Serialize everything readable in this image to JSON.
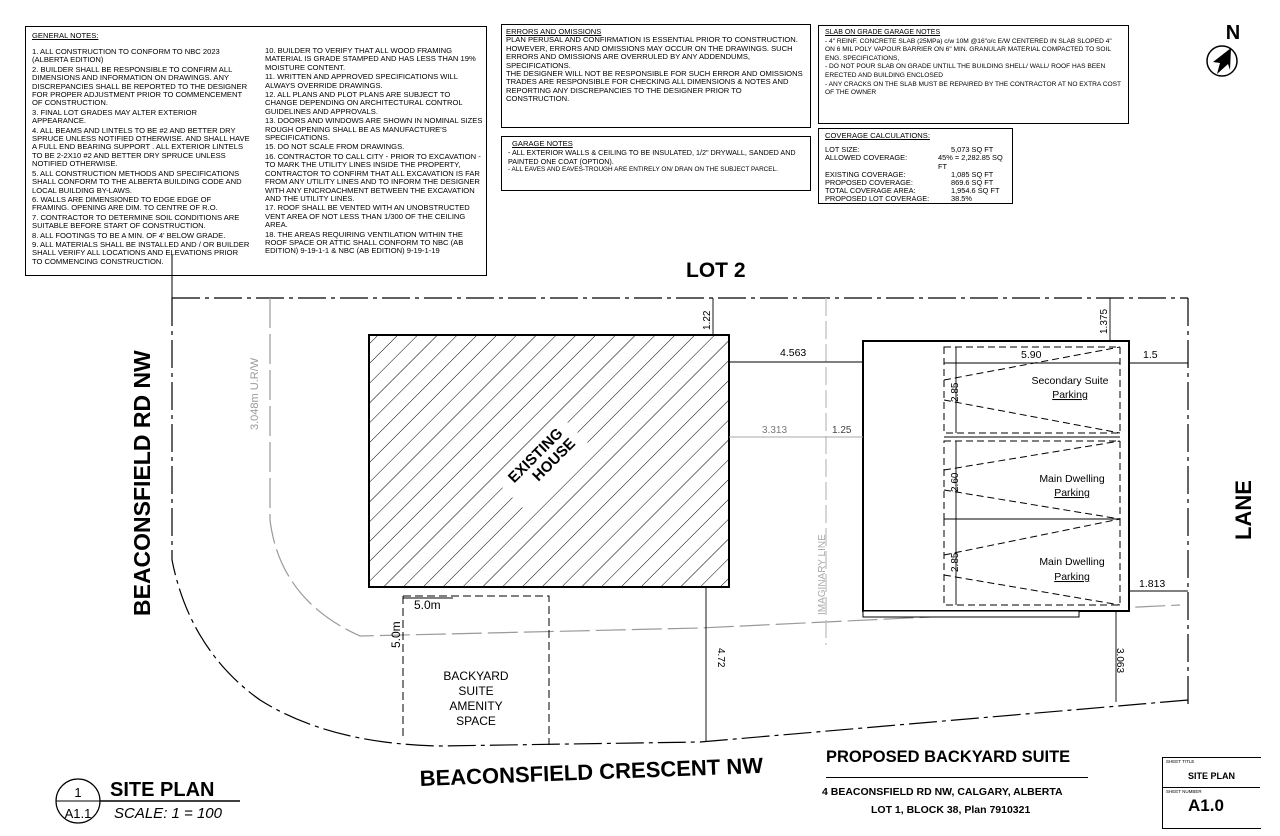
{
  "general_notes": {
    "title": "GENERAL NOTES:",
    "left": [
      "1.  ALL CONSTRUCTION TO CONFORM TO NBC 2023 (ALBERTA EDITION)",
      "2.  BUILDER SHALL BE RESPONSIBLE TO CONFIRM ALL DIMENSIONS AND INFORMATION ON DRAWINGS. ANY DISCREPANCIES SHALL BE REPORTED TO THE DESIGNER FOR PROPER ADJUSTMENT PRIOR TO COMMENCEMENT OF CONSTRUCTION.",
      "3.  FINAL LOT GRADES MAY ALTER EXTERIOR APPEARANCE.",
      "4.  ALL BEAMS AND LINTELS TO BE #2 AND BETTER DRY SPRUCE UNLESS NOTIFIED OTHERWISE. AND SHALL HAVE A FULL END BEARING SUPPORT . ALL EXTERIOR LINTELS TO BE 2-2X10 #2 AND BETTER DRY SPRUCE UNLESS NOTIFIED OTHERWISE.",
      "5.  ALL CONSTRUCTION METHODS AND SPECIFICATIONS SHALL CONFORM TO THE ALBERTA BUILDING CODE AND LOCAL BUILDING BY-LAWS.",
      "6.  WALLS ARE DIMENSIONED TO EDGE EDGE OF FRAMING. OPENING ARE DIM. TO CENTRE OF R.O.",
      "7.  CONTRACTOR TO DETERMINE SOIL CONDITIONS ARE SUITABLE BEFORE START OF CONSTRUCTION.",
      "8.  ALL FOOTINGS TO BE A MIN. OF 4' BELOW GRADE.",
      "9.  ALL MATERIALS SHALL BE INSTALLED AND / OR BUILDER SHALL VERIFY ALL LOCATIONS AND ELEVATIONS PRIOR TO COMMENCING CONSTRUCTION."
    ],
    "right": [
      "10.  BUILDER TO VERIFY THAT ALL WOOD FRAMING MATERIAL IS GRADE STAMPED AND HAS LESS THAN 19% MOISTURE CONTENT.",
      "11.  WRITTEN AND APPROVED SPECIFICATIONS WILL ALWAYS OVERRIDE DRAWINGS.",
      "12.  ALL PLANS AND PLOT PLANS ARE SUBJECT TO CHANGE DEPENDING ON ARCHITECTURAL CONTROL GUIDELINES AND APPROVALS.",
      "13.  DOORS AND WINDOWS ARE SHOWN IN NOMINAL SIZES ROUGH OPENING SHALL BE AS MANUFACTURE'S SPECIFICATIONS.",
      "15.  DO NOT SCALE FROM DRAWINGS.",
      "16.  CONTRACTOR TO CALL CITY - PRIOR TO EXCAVATION - TO MARK THE UTILITY LINES INSIDE THE PROPERTY, CONTRACTOR TO CONFIRM THAT ALL EXCAVATION IS FAR FROM ANY UTILITY LINES AND TO INFORM THE DESIGNER WITH ANY ENCROACHMENT BETWEEN THE EXCAVATION AND THE UTILITY LINES.",
      "17.  ROOF SHALL BE VENTED WITH AN UNOBSTRUCTED VENT AREA OF NOT LESS THAN 1/300 OF THE CEILING AREA.",
      "18.  THE AREAS REQUIRING VENTILATION WITHIN THE ROOF SPACE OR ATTIC SHALL CONFORM TO NBC (AB EDITION) 9-19-1-1 & NBC (AB EDITION) 9-19-1-19"
    ]
  },
  "errors": {
    "title": "ERRORS AND OMISSIONS",
    "text": "PLAN PERUSAL AND CONFIRMATION IS ESSENTIAL PRIOR TO CONSTRUCTION. HOWEVER, ERRORS AND OMISSIONS MAY OCCUR ON THE DRAWINGS. SUCH ERRORS AND OMISSIONS ARE OVERRULED BY ANY ADDENDUMS, SPECIFICATIONS.",
    "text2": "THE DESIGNER WILL NOT BE RESPONSIBLE FOR SUCH ERROR AND OMISSIONS",
    "text3": "TRADES ARE RESPONSIBLE FOR CHECKING ALL DIMENSIONS & NOTES AND REPORTING ANY DISCREPANCIES TO THE DESIGNER PRIOR TO CONSTRUCTION."
  },
  "garage_notes": {
    "title": "GARAGE NOTES",
    "items": [
      "- ALL EXTERIOR WALLS & CEILING TO BE INSULATED, 1/2\" DRYWALL, SANDED AND PAINTED ONE COAT (OPTION).",
      "- ALL EAVES AND EAVES-TROUGH ARE ENTIRELY ON/ DRAN ON THE SUBJECT PARCEL."
    ]
  },
  "slab_notes": {
    "title": "SLAB ON GRADE GARAGE NOTES",
    "items": [
      "- 4\" REINF. CONCRETE SLAB (25MPa) c/w 10M @16\"o/c E/W CENTERED IN SLAB  SLOPED 4\" ON 6 MIL POLY VAPOUR BARRIER ON 6\" MIN. GRANULAR MATERIAL COMPACTED TO SOIL ENG. SPECIFICATIONS,",
      "- DO NOT POUR SLAB ON GRADE UNTILL THE BUILDING SHELL/ WALL/ ROOF HAS BEEN ERECTED AND BUILDING ENCLOSED",
      "- ANY CRACKS ON THE SLAB MUST BE REPAIRED BY THE CONTRACTOR AT NO EXTRA  COST OF THE OWNER"
    ]
  },
  "coverage": {
    "title": "COVERAGE CALCULATIONS:",
    "rows": [
      {
        "k": "LOT SIZE:",
        "v": "5,073 SQ FT"
      },
      {
        "k": "ALLOWED COVERAGE:",
        "v": "45% = 2,282.85 SQ FT"
      },
      {
        "k": "EXISTING COVERAGE:",
        "v": "1,085 SQ FT"
      },
      {
        "k": "PROPOSED COVERAGE:",
        "v": "869.6 SQ FT"
      },
      {
        "k": "TOTAL COVERAGE AREA:",
        "v": "1,954.6 SQ FT"
      },
      {
        "k": "PROPOSED LOT COVERAGE:",
        "v": "38.5%"
      }
    ]
  },
  "north": "N",
  "plan": {
    "lot2": "LOT 2",
    "street_left": "BEACONSFIELD RD NW",
    "street_bottom": "BEACONSFIELD CRESCENT NW",
    "lane": "LANE",
    "house_line1": "EXISTING",
    "house_line2": "HOUSE",
    "urw": "3.048m U.R/W",
    "imaginary": "IMAGINARY LINE",
    "amenity": [
      "BACKYARD",
      "SUITE",
      "AMENITY",
      "SPACE"
    ],
    "amenity_w": "5.0m",
    "amenity_h": "5.0m",
    "parking1": [
      "Secondary Suite",
      "Parking"
    ],
    "parking2": [
      "Main Dwelling",
      "Parking"
    ],
    "parking3": [
      "Main Dwelling",
      "Parking"
    ],
    "dims": {
      "d122": "1.22",
      "d1375": "1.375",
      "d4563": "4.563",
      "d590": "5.90",
      "d15": "1.5",
      "d285a": "2.85",
      "d3313": "3.313",
      "d125": "1.25",
      "d260": "2.60",
      "d285b": "2.85",
      "d1813": "1.813",
      "d472": "4.72",
      "d3063": "3.063"
    }
  },
  "title_block": {
    "site_plan": "SITE PLAN",
    "scale": "SCALE:  1 = 100",
    "ref_top": "1",
    "ref_bottom": "A1.1",
    "project": "PROPOSED BACKYARD SUITE",
    "address": "4 BEACONSFIELD RD NW, CALGARY, ALBERTA",
    "legal": "LOT 1, BLOCK 38, Plan 7910321",
    "sheet_title_label": "SHEET TITLE",
    "sheet_title": "SITE PLAN",
    "sheet_number_label": "SHEET NUMBER",
    "sheet_number": "A1.0"
  }
}
